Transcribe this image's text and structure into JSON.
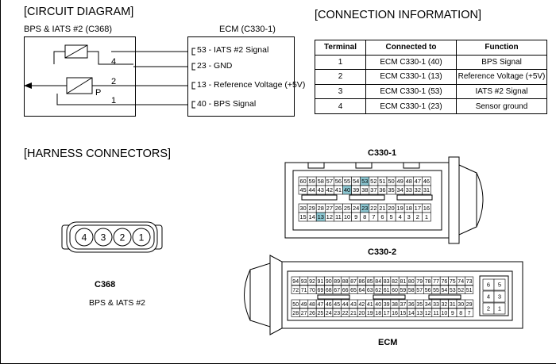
{
  "circuit": {
    "heading": "[CIRCUIT DIAGRAM]",
    "sensor_label": "BPS & IATS #2 (C368)",
    "ecm_label": "ECM (C330-1)",
    "sensor_pins": [
      "4",
      "2",
      "1"
    ],
    "sensor_symbol": "P",
    "ecm_pins": [
      {
        "pin": "53",
        "signal": "IATS #2 Signal"
      },
      {
        "pin": "23",
        "signal": "GND"
      },
      {
        "pin": "13",
        "signal": "Reference Voltage (+5V)"
      },
      {
        "pin": "40",
        "signal": "BPS Signal"
      }
    ]
  },
  "connection": {
    "heading": "[CONNECTION INFORMATION]",
    "columns": [
      "Terminal",
      "Connected to",
      "Function"
    ],
    "rows": [
      [
        "1",
        "ECM C330-1 (40)",
        "BPS Signal"
      ],
      [
        "2",
        "ECM C330-1 (13)",
        "Reference Voltage (+5V)"
      ],
      [
        "3",
        "ECM C330-1 (53)",
        "IATS #2 Signal"
      ],
      [
        "4",
        "ECM C330-1 (23)",
        "Sensor ground"
      ]
    ]
  },
  "harness": {
    "heading": "[HARNESS CONNECTORS]",
    "c368": {
      "name": "C368",
      "desc": "BPS & IATS #2",
      "pins": [
        "4",
        "3",
        "2",
        "1"
      ]
    },
    "c330_1": {
      "name": "C330-1",
      "rows": [
        [
          "60",
          "59",
          "58",
          "57",
          "56",
          "55",
          "54",
          "53",
          "52",
          "51",
          "50",
          "49",
          "48",
          "47",
          "46"
        ],
        [
          "45",
          "44",
          "43",
          "42",
          "41",
          "40",
          "39",
          "38",
          "37",
          "36",
          "35",
          "34",
          "33",
          "32",
          "31"
        ],
        [
          "30",
          "29",
          "28",
          "27",
          "26",
          "25",
          "24",
          "23",
          "22",
          "21",
          "20",
          "19",
          "18",
          "17",
          "16"
        ],
        [
          "15",
          "14",
          "13",
          "12",
          "11",
          "10",
          "9",
          "8",
          "7",
          "6",
          "5",
          "4",
          "3",
          "2",
          "1"
        ]
      ],
      "highlighted": [
        "53",
        "40",
        "23",
        "13"
      ],
      "highlight_color": "#8cc7d2"
    },
    "c330_2": {
      "name": "C330-2",
      "rows": [
        [
          "94",
          "93",
          "92",
          "91",
          "90",
          "89",
          "88",
          "87",
          "86",
          "85",
          "84",
          "83",
          "82",
          "81",
          "80",
          "79",
          "78",
          "77",
          "76",
          "75",
          "74",
          "73"
        ],
        [
          "72",
          "71",
          "70",
          "69",
          "68",
          "67",
          "66",
          "65",
          "64",
          "63",
          "62",
          "61",
          "60",
          "59",
          "58",
          "57",
          "56",
          "55",
          "54",
          "53",
          "52",
          "51"
        ],
        [
          "50",
          "49",
          "48",
          "47",
          "46",
          "45",
          "44",
          "43",
          "42",
          "41",
          "40",
          "39",
          "38",
          "37",
          "36",
          "35",
          "34",
          "33",
          "32",
          "31",
          "30",
          "29"
        ],
        [
          "28",
          "27",
          "26",
          "25",
          "24",
          "23",
          "22",
          "21",
          "20",
          "19",
          "18",
          "17",
          "16",
          "15",
          "14",
          "13",
          "12",
          "11",
          "10",
          "9",
          "8",
          "7"
        ]
      ],
      "side": [
        [
          "6",
          "5"
        ],
        [
          "4",
          "3"
        ],
        [
          "2",
          "1"
        ]
      ]
    },
    "ecm_label": "ECM"
  }
}
